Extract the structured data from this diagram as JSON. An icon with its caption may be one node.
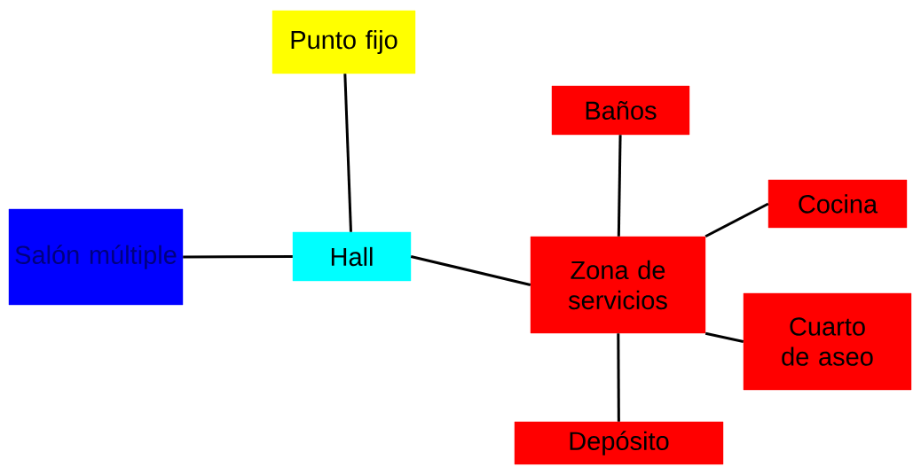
{
  "diagram": {
    "nodes": [
      {
        "text": [
          "Punto fijo"
        ]
      },
      {
        "text": [
          "Salón múltiple"
        ]
      },
      {
        "text": [
          "Hall"
        ]
      },
      {
        "text": [
          "Zona de servicios"
        ]
      },
      {
        "text": [
          "Baños"
        ]
      },
      {
        "text": [
          "Cocina"
        ]
      },
      {
        "text": [
          "Cuarto de aseo"
        ]
      },
      {
        "text": [
          "Depósito"
        ]
      }
    ],
    "edges": [
      {
        "from": 2,
        "to": 0,
        "arrow": "none"
      },
      {
        "from": 1,
        "to": 2,
        "arrow": "none"
      },
      {
        "from": 2,
        "to": 3,
        "arrow": "none"
      },
      {
        "from": 4,
        "to": 3,
        "arrow": "none"
      },
      {
        "from": 3,
        "to": 5,
        "arrow": "none"
      },
      {
        "from": 3,
        "to": 6,
        "arrow": "none"
      },
      {
        "from": 3,
        "to": 7,
        "arrow": "none"
      }
    ]
  }
}
